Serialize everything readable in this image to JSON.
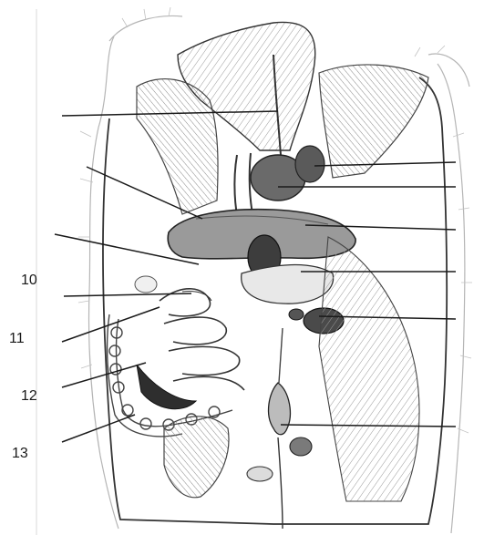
{
  "labels": {
    "n10": "10",
    "n11": "11",
    "n12": "12",
    "n13": "13"
  },
  "colors": {
    "ink": "#222222",
    "shade": "#8a8a8a",
    "dark_organ": "#4a4a4a",
    "fur": "#b8b8b8"
  }
}
